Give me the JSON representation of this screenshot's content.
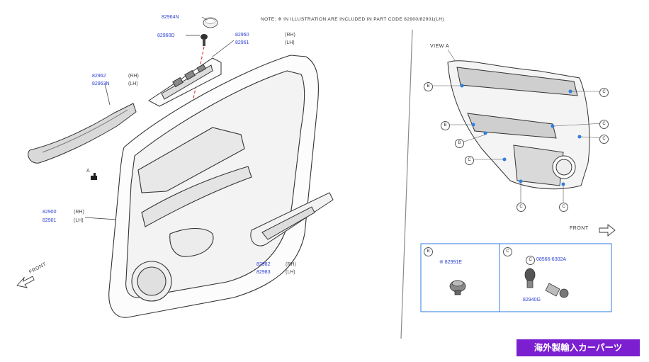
{
  "note": "NOTE: ※ IN ILLUSTRATION ARE INCLUDED IN PART CODE 82900/82901(LH)",
  "view_label": "VIEW A",
  "front_label_left": "FRONT",
  "front_label_right": "FRONT",
  "labels": {
    "clip_cap": "82964N",
    "clip": "82960D",
    "switch_top_rh": "82960",
    "switch_top_lh": "82961",
    "switch_top_side_rh": "(RH)",
    "switch_top_side_lh": "(LH)",
    "pad_rh": "82962",
    "pad_lh": "82963N",
    "pad_side_rh": "(RH)",
    "pad_side_lh": "(LH)",
    "finisher_rh": "82900",
    "finisher_lh": "82901",
    "finisher_side_rh": "(RH)",
    "finisher_side_lh": "(LH)",
    "pull_rh": "82982",
    "pull_lh": "82983",
    "pull_side_rh": "(RH)",
    "pull_side_lh": "(LH)",
    "arrow_a": "A",
    "detail_b_label": "B",
    "detail_b_part": "※ 82991E",
    "detail_c_label": "C",
    "detail_c_part": "08566-6302A",
    "detail_c_part2": "82940G",
    "detail_c_marker": "C"
  },
  "callouts": [
    "B",
    "C",
    "B",
    "C",
    "C",
    "B",
    "C",
    "C",
    "C",
    "C"
  ],
  "watermark": "海外製輸入カーパーツ",
  "colors": {
    "part_number": "#2b3fd1",
    "line_art": "#333333",
    "leader_dashed": "#d21a1a",
    "badge_bg": "#7b1fd0",
    "badge_text": "#ffffff",
    "clip_blue": "#2e7fe0"
  }
}
